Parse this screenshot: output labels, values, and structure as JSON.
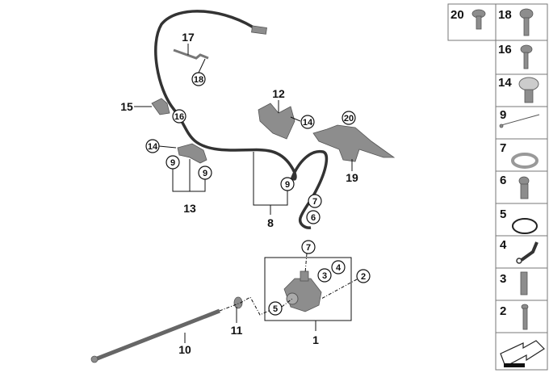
{
  "diagram": {
    "callouts": {
      "p1": "1",
      "p2": "2",
      "p3": "3",
      "p4": "4",
      "p5": "5",
      "p6": "6",
      "p7a": "7",
      "p7b": "7",
      "p8": "8",
      "p9a": "9",
      "p9b": "9",
      "p9c": "9",
      "p10": "10",
      "p11": "11",
      "p12": "12",
      "p13": "13",
      "p14a": "14",
      "p14b": "14",
      "p15": "15",
      "p16": "16",
      "p17": "17",
      "p18": "18",
      "p19": "19",
      "p20": "20"
    }
  },
  "parts_panel": {
    "items": [
      "20",
      "18",
      "16",
      "14",
      "9",
      "7",
      "6",
      "5",
      "4",
      "3",
      "2"
    ],
    "footer_icon": "arrow-icon"
  }
}
